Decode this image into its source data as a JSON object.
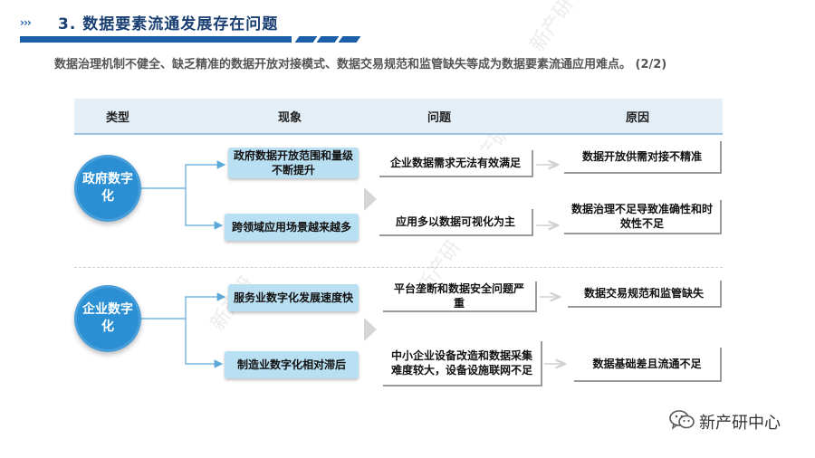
{
  "header": {
    "title": "3. 数据要素流通发展存在问题",
    "subtitle": "数据治理机制不健全、缺乏精准的数据开放对接模式、数据交易规范和监管缺失等成为数据要素流通应用难点。 (2/2)"
  },
  "table": {
    "columns": [
      "类型",
      "现象",
      "问题",
      "原因"
    ]
  },
  "groups": [
    {
      "type": "政府数字化",
      "rows": [
        {
          "phenomenon": "政府数据开放范围和量级不断提升",
          "problem": "企业数据需求无法有效满足",
          "cause": "数据开放供需对接不精准"
        },
        {
          "phenomenon": "跨领域应用场景越来越多",
          "problem": "应用多以数据可视化为主",
          "cause": "数据治理不足导致准确性和时效性不足"
        }
      ]
    },
    {
      "type": "企业数字化",
      "rows": [
        {
          "phenomenon": "服务业数字化发展速度快",
          "problem": "平台垄断和数据安全问题严重",
          "cause": "数据交易规范和监管缺失"
        },
        {
          "phenomenon": "制造业数字化相对滞后",
          "problem": "中小企业设备改造和数据采集难度较大，设备设施联网不足",
          "cause": "数据基础差且流通不足"
        }
      ]
    }
  ],
  "watermark": "新产研",
  "footer": {
    "brand": "新产研中心",
    "logo_icon": "wechat-icon"
  },
  "colors": {
    "accent": "#1a5fa8",
    "circle": "#2a8fd3",
    "box": "#b9dff2",
    "header_bg": "#e3eef7"
  }
}
